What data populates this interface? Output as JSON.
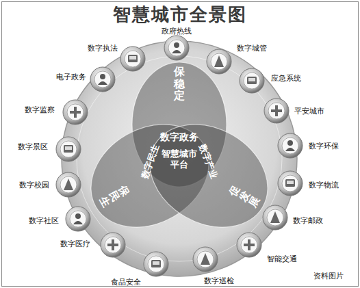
{
  "diagram": {
    "title": "智慧城市全景图",
    "nodes": [
      {
        "text": [
          "政府热线"
        ]
      },
      {
        "text": [
          "数字城管"
        ]
      },
      {
        "text": [
          "应急系统"
        ]
      },
      {
        "text": [
          "平安城市"
        ]
      },
      {
        "text": [
          "数字环保"
        ]
      },
      {
        "text": [
          "数字物流"
        ]
      },
      {
        "text": [
          "数字邮政"
        ]
      },
      {
        "text": [
          "智能交通"
        ]
      },
      {
        "text": [
          "数字巡检"
        ]
      },
      {
        "text": [
          "食品安全"
        ]
      },
      {
        "text": [
          "数字医疗"
        ]
      },
      {
        "text": [
          "数字社区"
        ]
      },
      {
        "text": [
          "数字校园"
        ]
      },
      {
        "text": [
          "数字景区"
        ]
      },
      {
        "text": [
          "数字监察"
        ]
      },
      {
        "text": [
          "电子政务"
        ]
      },
      {
        "text": [
          "数字执法"
        ]
      },
      {
        "text": [
          "保稳定"
        ]
      },
      {
        "text": [
          "保民生"
        ]
      },
      {
        "text": [
          "促发展"
        ]
      }
    ],
    "edges": [],
    "labels": [
      "数字政务",
      "智慧城市 平台",
      "数字民生",
      "数字产业",
      "资料图片"
    ]
  }
}
